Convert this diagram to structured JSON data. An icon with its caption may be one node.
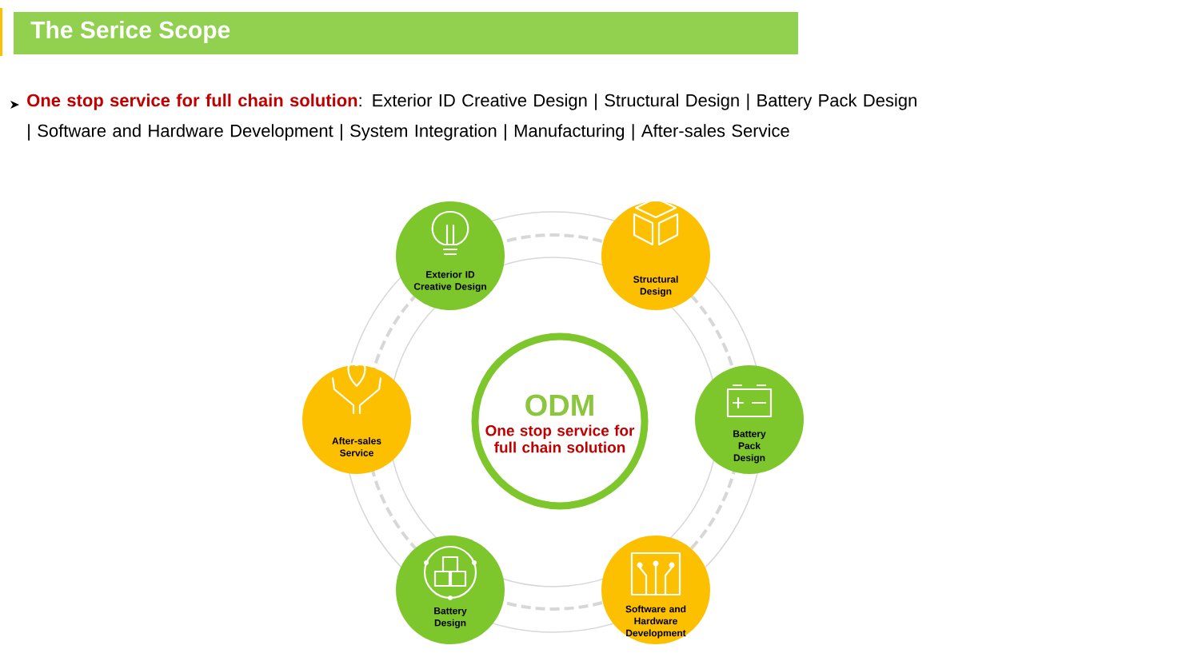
{
  "diagram": {
    "title": "The Serice Scope",
    "nodes": [
      {
        "text": [
          "ODM",
          "One stop service for full chain solution"
        ]
      },
      {
        "text": [
          "Exterior ID Creative Design"
        ]
      },
      {
        "text": [
          "Structural Design"
        ]
      },
      {
        "text": [
          "Battery Pack Design"
        ]
      },
      {
        "text": [
          "Software and Hardware Development"
        ]
      },
      {
        "text": [
          "Battery Design"
        ]
      },
      {
        "text": [
          "After-sales Service"
        ]
      }
    ],
    "labels": [
      "**One stop service for full chain solution**: Exterior ID Creative Design | Structural Design | Battery Pack Design | Software and Hardware Development | System Integration | Manufacturing | After-sales Service"
    ]
  }
}
